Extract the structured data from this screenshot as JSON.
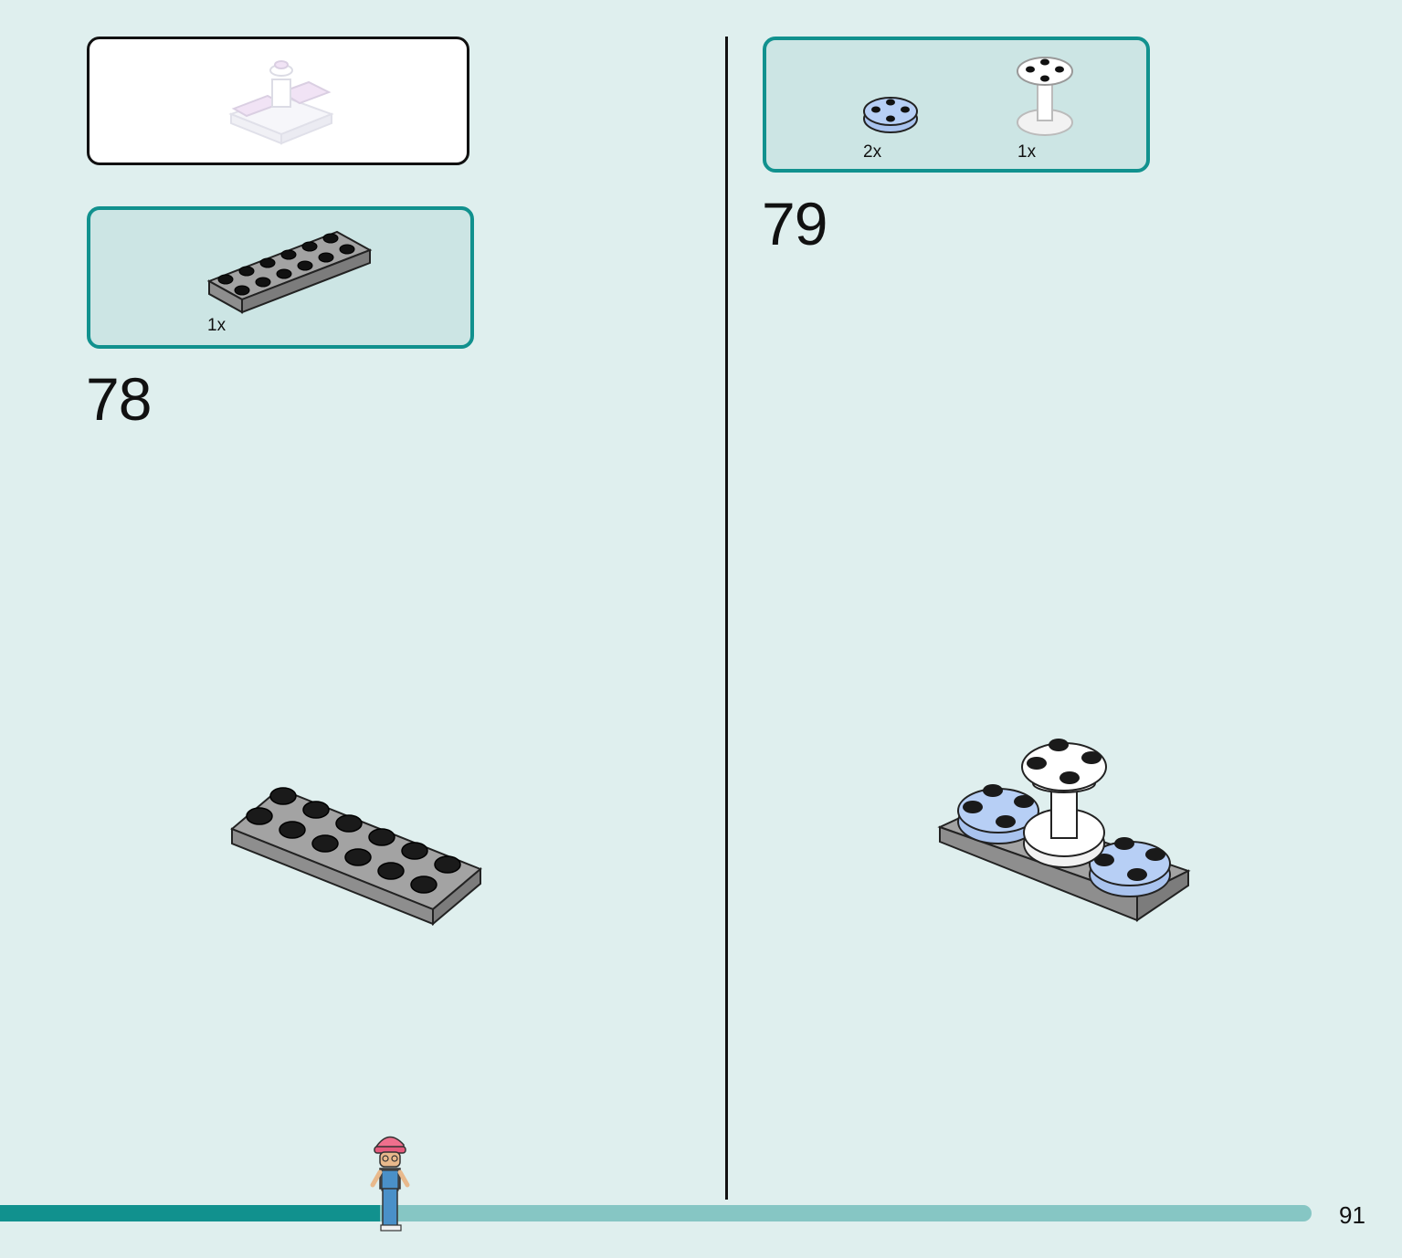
{
  "page": {
    "number": "91"
  },
  "progress": {
    "fraction": 0.29
  },
  "colors": {
    "background": "#dfefee",
    "box_fill": "#cce5e4",
    "box_border": "#11918e",
    "progress_fill": "#11918e",
    "progress_track": "#86c6c4",
    "gray_plate": "#a3a3a3",
    "light_blue_plate": "#b7cff5"
  },
  "steps": [
    {
      "number": "78",
      "parts": [
        {
          "qty": "1x",
          "piece": "dark-bluish-gray-plate-2x6"
        }
      ]
    },
    {
      "number": "79",
      "parts": [
        {
          "qty": "2x",
          "piece": "light-blue-round-plate-2x2"
        },
        {
          "qty": "1x",
          "piece": "white-round-stand-2x2"
        }
      ]
    }
  ],
  "icons": {
    "subassembly": "submodel-reference-icon",
    "minifigure": "minifigure-progress-icon"
  }
}
